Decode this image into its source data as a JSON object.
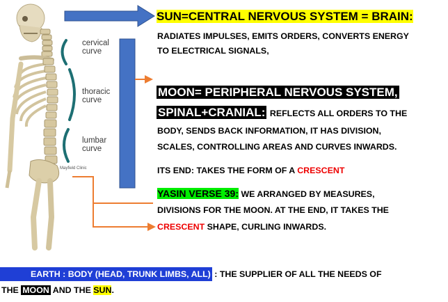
{
  "skeleton": {
    "labels": {
      "cervical": "cervical\ncurve",
      "thoracic": "thoracic\ncurve",
      "lumbar": "lumbar\ncurve"
    },
    "credit": "Mayfield Clinic"
  },
  "sun": {
    "title": "SUN=CENTRAL NERVOUS SYSTEM = BRAIN:",
    "line1": "RADIATES IMPULSES, EMITS ORDERS, CONVERTS ENERGY",
    "line2": "TO ELECTRICAL SIGNALS,"
  },
  "moon": {
    "title1": "MOON= PERIPHERAL NERVOUS SYSTEM,",
    "title2": "SPINAL+CRANIAL:",
    "line1": "REFLECTS ALL ORDERS TO THE",
    "line2": "BODY, SENDS BACK INFORMATION, IT HAS DIVISION,",
    "line3": "SCALES, CONTROLLING AREAS AND CURVES INWARDS."
  },
  "its_end": {
    "prefix": "ITS END: TAKES THE FORM OF A ",
    "crescent": "CRESCENT"
  },
  "yasin": {
    "label": "YASIN VERSE 39:",
    "line1": "WE ARRANGED BY MEASURES,",
    "line2": "DIVISIONS FOR THE MOON. AT THE END, IT TAKES THE",
    "crescent": "CRESCENT",
    "line3_rest": "SHAPE, CURLING INWARDS."
  },
  "earth": {
    "title": "EARTH  : BODY (HEAD, TRUNK LIMBS, ALL)",
    "line1_rest": " : THE SUPPLIER OF ALL THE NEEDS OF",
    "line2_the": "THE ",
    "moon": "MOON",
    "and_the": " AND THE ",
    "sun": "SUN",
    "period": "."
  },
  "colors": {
    "arrow_blue": "#4472c4",
    "orange": "#ed7d31",
    "spine_curve_teal": "#1d6f73",
    "highlight_yellow": "#ffff00",
    "highlight_green": "#00ee00",
    "crescent_red": "#ee0000",
    "earth_blue": "#1f3fd6"
  }
}
